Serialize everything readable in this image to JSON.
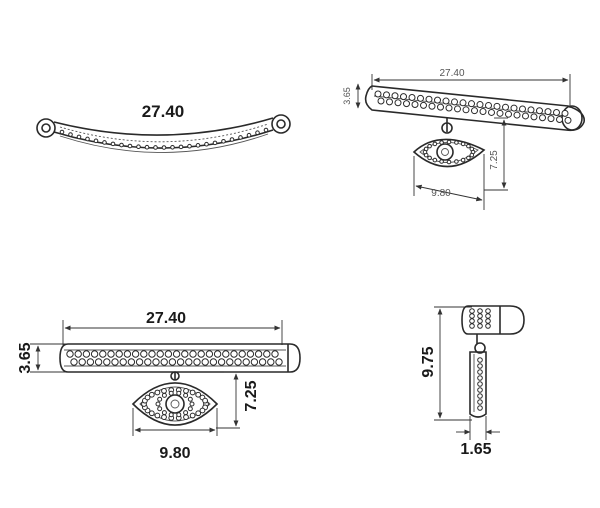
{
  "views": {
    "top": {
      "length": "27.40"
    },
    "iso": {
      "length": "27.40",
      "height": "3.65",
      "drop": "7.25",
      "eye_width": "9.80"
    },
    "front": {
      "length": "27.40",
      "height": "3.65",
      "drop": "7.25",
      "eye_width": "9.80"
    },
    "side": {
      "total_height": "9.75",
      "thickness": "1.65"
    }
  }
}
